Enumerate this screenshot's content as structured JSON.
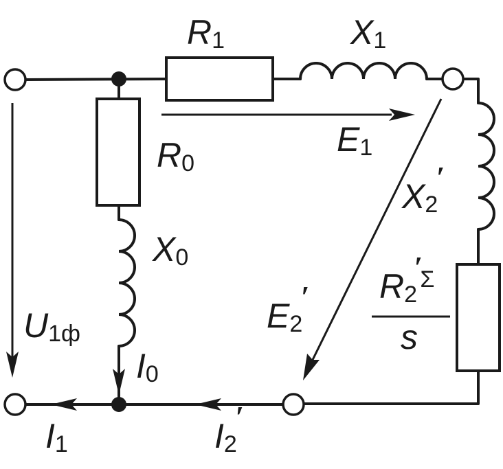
{
  "labels": {
    "r1": {
      "main": "R",
      "sub": "1"
    },
    "x1": {
      "main": "X",
      "sub": "1"
    },
    "r0": {
      "main": "R",
      "sub": "0"
    },
    "e1": {
      "main": "E",
      "sub": "1"
    },
    "x2": {
      "main": "X",
      "sub": "2",
      "prime": "′"
    },
    "x0": {
      "main": "X",
      "sub": "0"
    },
    "r2": {
      "main": "R",
      "sub": "2",
      "prime": "′",
      "sub2": "Σ"
    },
    "slip": "s",
    "e2": {
      "main": "E",
      "sub": "2",
      "prime": "′"
    },
    "u1": {
      "main": "U",
      "sub": "1ф"
    },
    "i0": {
      "main": "I",
      "sub": "0"
    },
    "i1": {
      "main": "I",
      "sub": "1"
    },
    "i2": {
      "main": "I",
      "sub": "2",
      "prime": "′"
    }
  },
  "icons": {
    "resistor": "rectangle",
    "inductor": "coil",
    "terminal": "open-circle",
    "node": "filled-dot"
  }
}
